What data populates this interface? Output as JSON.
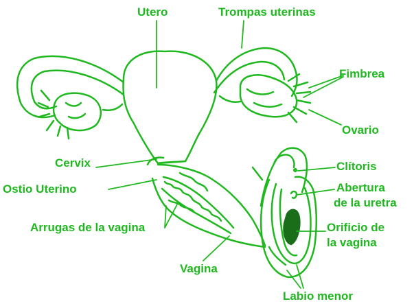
{
  "diagram": {
    "colors": {
      "stroke": "#1fb81f",
      "text": "#1fb81f",
      "background": "#ffffff",
      "fill": "#1a6e1a"
    },
    "labels": {
      "utero": "Utero",
      "trompas": "Trompas uterinas",
      "fimbrea": "Fimbrea",
      "ovario": "Ovario",
      "cervix": "Cervix",
      "clitoris": "Clítoris",
      "ostio": "Ostio Uterino",
      "abertura_1": "Abertura",
      "abertura_2": "de la uretra",
      "arrugas": "Arrugas de la vagina",
      "orificio_1": "Orificio de",
      "orificio_2": "la vagina",
      "vagina": "Vagina",
      "labio": "Labio menor"
    }
  }
}
